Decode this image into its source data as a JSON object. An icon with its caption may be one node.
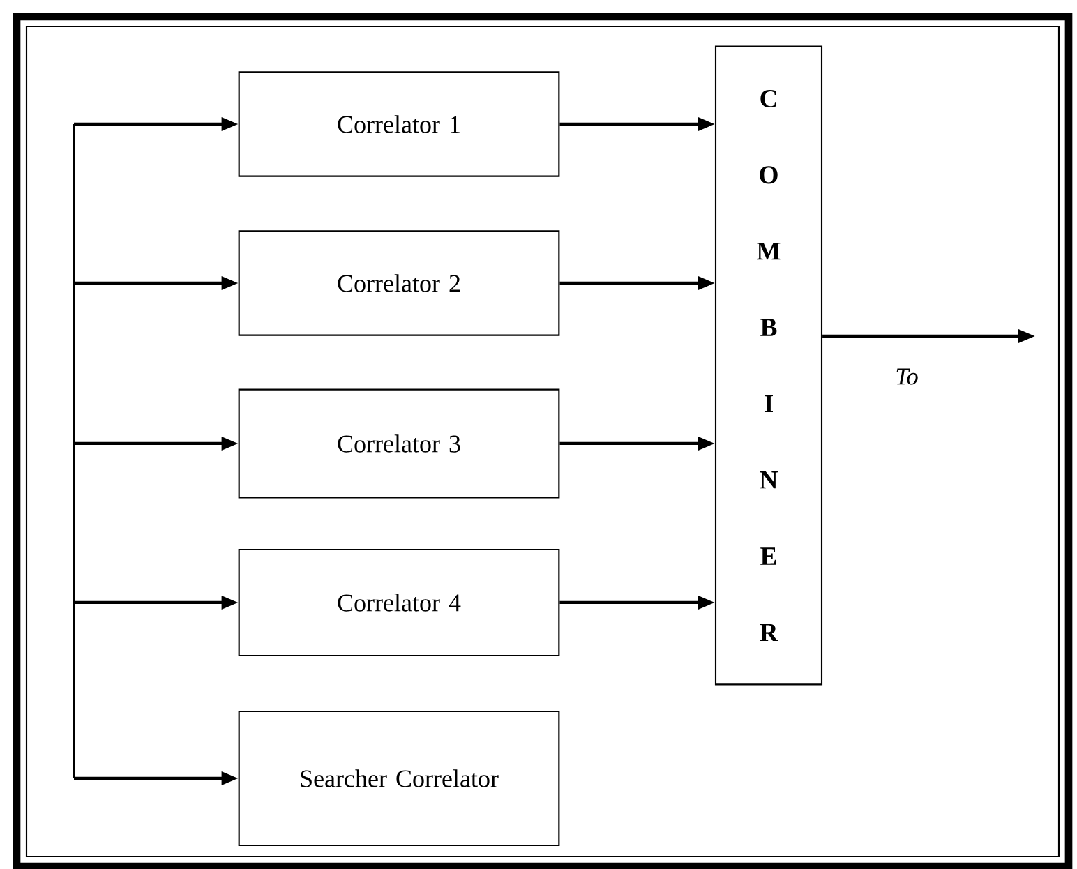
{
  "diagram": {
    "nodes": [
      {
        "text": [
          "Correlator 1"
        ]
      },
      {
        "text": [
          "Correlator 2"
        ]
      },
      {
        "text": [
          "Correlator 3"
        ]
      },
      {
        "text": [
          "Correlator 4"
        ]
      },
      {
        "text": [
          "Searcher Correlator"
        ]
      },
      {
        "text": [
          "C O M B I N E R"
        ]
      }
    ],
    "edges": [
      {
        "from": 0,
        "to": 5,
        "arrow": "to"
      },
      {
        "from": 1,
        "to": 5,
        "arrow": "to"
      },
      {
        "from": 2,
        "to": 5,
        "arrow": "to"
      },
      {
        "from": 3,
        "to": 5,
        "arrow": "to"
      },
      {
        "from": null,
        "to": 0,
        "arrow": "to"
      },
      {
        "from": null,
        "to": 1,
        "arrow": "to"
      },
      {
        "from": null,
        "to": 2,
        "arrow": "to"
      },
      {
        "from": null,
        "to": 3,
        "arrow": "to"
      },
      {
        "from": null,
        "to": 4,
        "arrow": "to"
      },
      {
        "from": 5,
        "to": null,
        "arrow": "to",
        "label": "To"
      }
    ]
  }
}
